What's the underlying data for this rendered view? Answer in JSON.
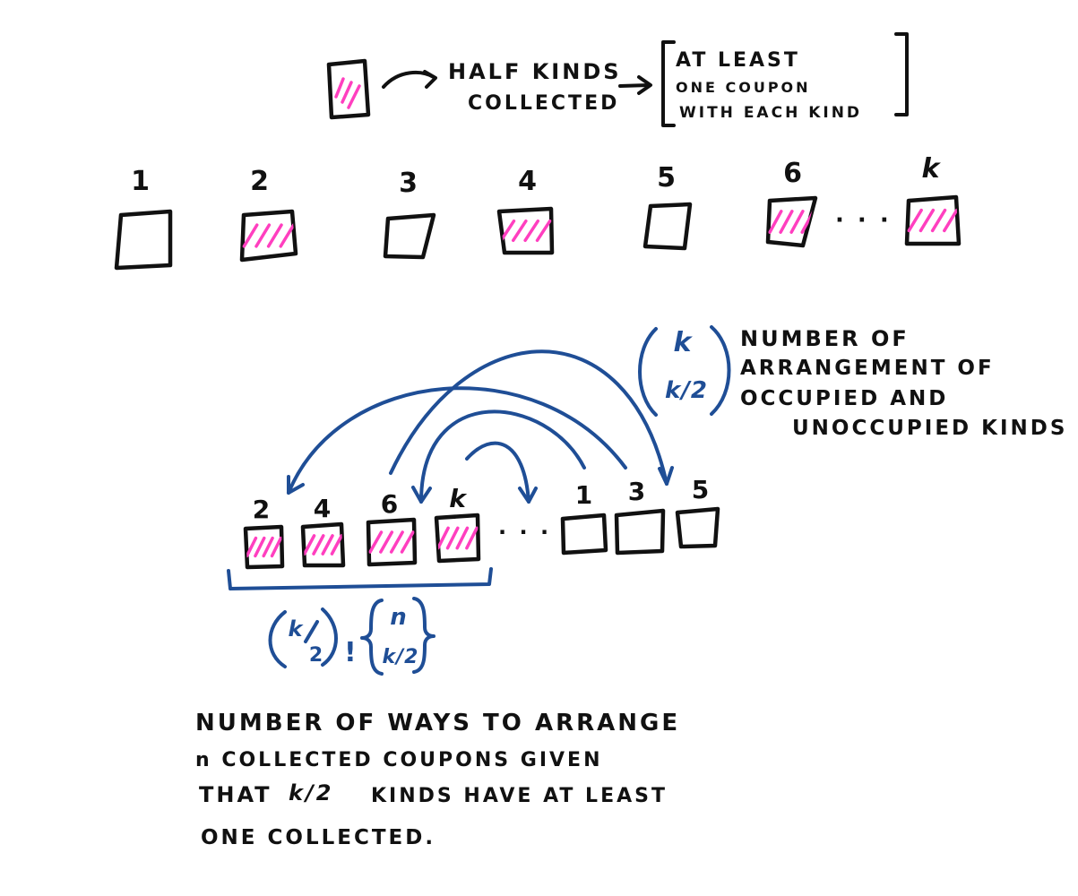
{
  "colors": {
    "ink": "#111111",
    "blue": "#1f4e96",
    "pink": "#ff3fbf"
  },
  "legend": {
    "label_line1": "HALF KINDS",
    "label_line2": "COLLECTED",
    "bracket_line1": "AT LEAST",
    "bracket_line2": "ONE COUPON",
    "bracket_line3": "WITH EACH KIND"
  },
  "top_row": {
    "boxes": [
      {
        "label": "1",
        "shaded": false
      },
      {
        "label": "2",
        "shaded": true
      },
      {
        "label": "3",
        "shaded": false
      },
      {
        "label": "4",
        "shaded": true
      },
      {
        "label": "5",
        "shaded": false
      },
      {
        "label": "6",
        "shaded": true
      },
      {
        "label": "k",
        "shaded": true
      }
    ],
    "ellipsis": "· · ·"
  },
  "bottom_row": {
    "boxes": [
      {
        "label": "2",
        "shaded": true
      },
      {
        "label": "4",
        "shaded": true
      },
      {
        "label": "6",
        "shaded": true
      },
      {
        "label": "k",
        "shaded": true
      },
      {
        "label": "1",
        "shaded": false
      },
      {
        "label": "3",
        "shaded": false
      },
      {
        "label": "5",
        "shaded": false
      }
    ],
    "ellipsis": "· · ·"
  },
  "binomial": {
    "top": "k",
    "bottom": "k/2",
    "note_line1": "NUMBER OF",
    "note_line2": "ARRANGEMENT OF",
    "note_line3": "OCCUPIED AND",
    "note_line4": "UNOCCUPIED KINDS"
  },
  "formula": {
    "factorial_num": "k",
    "factorial_den": "2",
    "factorial_mark": "!",
    "stirling_top": "n",
    "stirling_bottom": "k/2"
  },
  "caption": {
    "line1": "NUMBER OF WAYS TO ARRANGE",
    "line2": "n COLLECTED COUPONS GIVEN",
    "line3_a": "THAT",
    "line3_frac": "k/2",
    "line3_b": "KINDS HAVE AT LEAST",
    "line4": "ONE COLLECTED."
  }
}
